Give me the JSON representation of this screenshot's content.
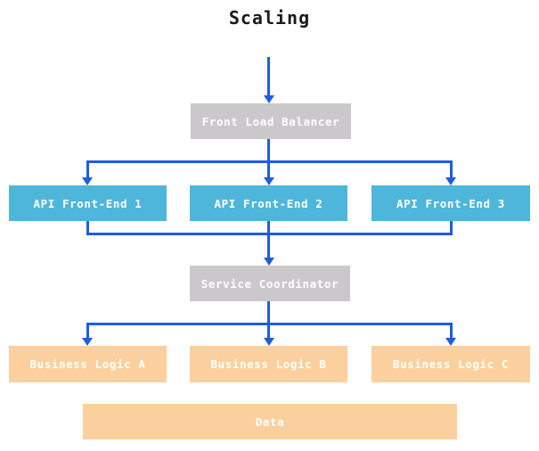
{
  "diagram": {
    "title": "Scaling",
    "colors": {
      "box_gray": "#cbc8cb",
      "box_cyan": "#4eb6da",
      "box_orange": "#fcd09e",
      "arrow_blue": "#1d5de2",
      "node_text": "#ffffff",
      "title_text": "#1a1a1a",
      "background": "#ffffff"
    },
    "nodes": {
      "front_load_balancer": {
        "label": "Front Load Balancer",
        "type": "gray"
      },
      "api_front_end_1": {
        "label": "API Front-End 1",
        "type": "cyan"
      },
      "api_front_end_2": {
        "label": "API Front-End 2",
        "type": "cyan"
      },
      "api_front_end_3": {
        "label": "API Front-End 3",
        "type": "cyan"
      },
      "service_coordinator": {
        "label": "Service Coordinator",
        "type": "gray"
      },
      "business_logic_a": {
        "label": "Business Logic A",
        "type": "orange"
      },
      "business_logic_b": {
        "label": "Business Logic B",
        "type": "orange"
      },
      "business_logic_c": {
        "label": "Business Logic C",
        "type": "orange"
      },
      "data": {
        "label": "Data",
        "type": "orange"
      }
    },
    "edges": [
      {
        "from": "top",
        "to": "front_load_balancer"
      },
      {
        "from": "front_load_balancer",
        "to": "api_front_end_1"
      },
      {
        "from": "front_load_balancer",
        "to": "api_front_end_2"
      },
      {
        "from": "front_load_balancer",
        "to": "api_front_end_3"
      },
      {
        "from": "api_front_end_1",
        "to": "service_coordinator"
      },
      {
        "from": "api_front_end_2",
        "to": "service_coordinator"
      },
      {
        "from": "api_front_end_3",
        "to": "service_coordinator"
      },
      {
        "from": "service_coordinator",
        "to": "business_logic_a"
      },
      {
        "from": "service_coordinator",
        "to": "business_logic_b"
      },
      {
        "from": "service_coordinator",
        "to": "business_logic_c"
      }
    ]
  }
}
